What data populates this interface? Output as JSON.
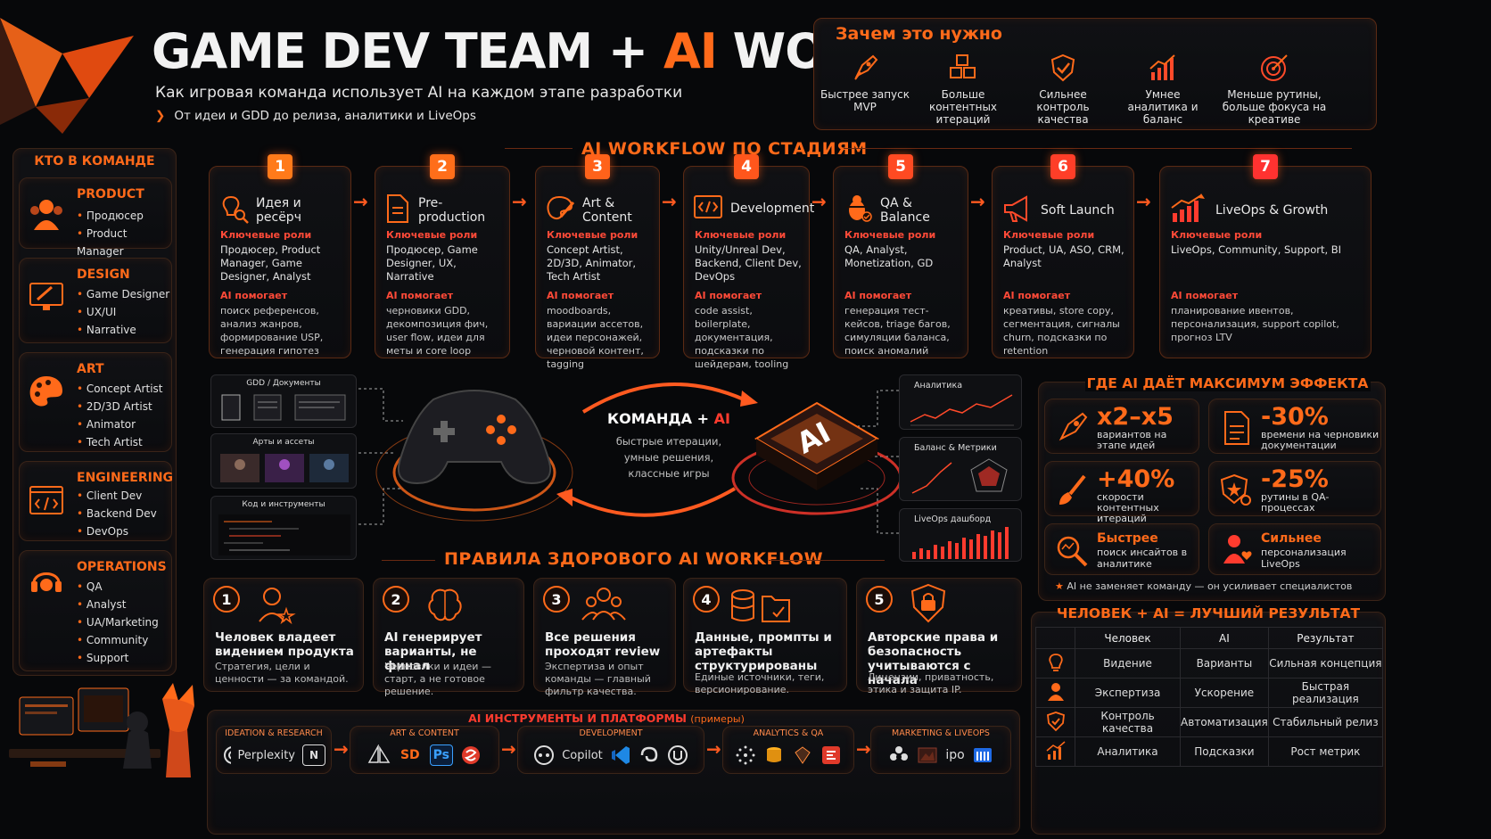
{
  "header": {
    "title_part1": "GAME DEV TEAM +",
    "title_ai": "AI",
    "title_part2": "WORKFLOW",
    "subtitle": "Как игровая команда использует AI на каждом этапе разработки",
    "tagline": "От идеи и GDD до релиза, аналитики и LiveOps"
  },
  "why": {
    "title": "Зачем это нужно",
    "items": [
      {
        "label": "Быстрее запуск MVP",
        "icon": "rocket-icon"
      },
      {
        "label": "Больше контентных итераций",
        "icon": "cubes-icon"
      },
      {
        "label": "Сильнее контроль качества",
        "icon": "shield-check-icon"
      },
      {
        "label": "Умнее аналитика и баланс",
        "icon": "chart-icon"
      },
      {
        "label": "Меньше рутины, больше фокуса на креативе",
        "icon": "target-icon"
      }
    ]
  },
  "team": {
    "title": "КТО В КОМАНДЕ",
    "groups": [
      {
        "name": "PRODUCT",
        "members": [
          "Продюсер",
          "Product Manager"
        ]
      },
      {
        "name": "DESIGN",
        "members": [
          "Game Designer",
          "UX/UI",
          "Narrative"
        ]
      },
      {
        "name": "ART",
        "members": [
          "Concept Artist",
          "2D/3D Artist",
          "Animator",
          "Tech Artist"
        ]
      },
      {
        "name": "ENGINEERING",
        "members": [
          "Client Dev",
          "Backend Dev",
          "DevOps"
        ]
      },
      {
        "name": "OPERATIONS",
        "members": [
          "QA",
          "Analyst",
          "UA/Marketing",
          "Community",
          "Support"
        ]
      }
    ]
  },
  "stages": {
    "title": "AI WORKFLOW ПО СТАДИЯМ",
    "roles_label": "Ключевые роли",
    "helps_label": "AI помогает",
    "items": [
      {
        "num": "1",
        "title": "Идея и ресёрч",
        "roles": "Продюсер, Product Manager, Game Designer, Analyst",
        "helps": "поиск референсов, анализ жанров, формирование USP, генерация гипотез",
        "color": "#ff7a1a"
      },
      {
        "num": "2",
        "title": "Pre-production",
        "roles": "Продюсер, Game Designer, UX, Narrative",
        "helps": "черновики GDD, декомпозиция фич, user flow, идеи для меты и core loop",
        "color": "#ff6e1a"
      },
      {
        "num": "3",
        "title": "Art & Content",
        "roles": "Concept Artist, 2D/3D, Animator, Tech Artist",
        "helps": "moodboards, вариации ассетов, идеи персонажей, черновой контент, tagging",
        "color": "#ff621a"
      },
      {
        "num": "4",
        "title": "Development",
        "roles": "Unity/Unreal Dev, Backend, Client Dev, DevOps",
        "helps": "code assist, boilerplate, документация, подсказки по шейдерам, tooling",
        "color": "#ff561c"
      },
      {
        "num": "5",
        "title": "QA & Balance",
        "roles": "QA, Analyst, Monetization, GD",
        "helps": "генерация тест-кейсов, triage багов, симуляции баланса, поиск аномалий",
        "color": "#ff4a22"
      },
      {
        "num": "6",
        "title": "Soft Launch",
        "roles": "Product, UA, ASO, CRM, Analyst",
        "helps": "креативы, store copy, сегментация, сигналы churn, подсказки по retention",
        "color": "#ff3e28"
      },
      {
        "num": "7",
        "title": "LiveOps & Growth",
        "roles": "LiveOps, Community, Support, BI",
        "helps": "планирование ивентов, персонализация, support copilot, прогноз LTV",
        "color": "#ff3230"
      }
    ]
  },
  "center": {
    "title_part1": "КОМАНДА +",
    "title_ai": "AI",
    "caption": "быстрые итерации, умные решения, классные игры",
    "chip_text": "AI",
    "left_cards": [
      "GDD / Документы",
      "Арты и ассеты",
      "Код и инструменты"
    ],
    "right_cards": [
      "Аналитика",
      "Баланс & Метрики",
      "LiveOps дашборд"
    ]
  },
  "effects": {
    "title": "ГДЕ AI ДАЁТ МАКСИМУМ ЭФФЕКТА",
    "items": [
      {
        "big": "x2–x5",
        "text": "вариантов на этапе идей",
        "icon": "rocket-icon"
      },
      {
        "big": "-30%",
        "text": "времени на черновики документации",
        "icon": "document-icon"
      },
      {
        "big": "+40%",
        "text": "скорости контентных итераций",
        "icon": "brush-icon"
      },
      {
        "big": "-25%",
        "text": "рутины в QA-процессах",
        "icon": "shield-star-icon"
      },
      {
        "big": "Быстрее",
        "text": "поиск инсайтов в аналитике",
        "icon": "magnifier-icon"
      },
      {
        "big": "Сильнее",
        "text": "персонализация LiveOps",
        "icon": "person-heart-icon"
      }
    ],
    "note": "AI не заменяет команду — он усиливает специалистов"
  },
  "rules": {
    "title": "ПРАВИЛА ЗДОРОВОГО AI WORKFLOW",
    "items": [
      {
        "num": "1",
        "title": "Человек владеет видением продукта",
        "desc": "Стратегия, цели и ценности — за командой."
      },
      {
        "num": "2",
        "title": "AI генерирует варианты, не финал",
        "desc": "Черновики и идеи — старт, а не готовое решение."
      },
      {
        "num": "3",
        "title": "Все решения проходят review",
        "desc": "Экспертиза и опыт команды — главный фильтр качества."
      },
      {
        "num": "4",
        "title": "Данные, промпты и артефакты структурированы",
        "desc": "Единые источники, теги, версионирование."
      },
      {
        "num": "5",
        "title": "Авторские права и безопасность учитываются с начала",
        "desc": "Лицензии, приватность, этика и защита IP."
      }
    ]
  },
  "result": {
    "title": "ЧЕЛОВЕК + AI = ЛУЧШИЙ РЕЗУЛЬТАТ",
    "headers": [
      "Человек",
      "AI",
      "Результат"
    ],
    "rows": [
      [
        "Видение",
        "Варианты",
        "Сильная концепция"
      ],
      [
        "Экспертиза",
        "Ускорение",
        "Быстрая реализация"
      ],
      [
        "Контроль качества",
        "Автоматизация",
        "Стабильный релиз"
      ],
      [
        "Аналитика",
        "Подсказки",
        "Рост метрик"
      ]
    ]
  },
  "tools": {
    "title": "AI ИНСТРУМЕНТЫ И ПЛАТФОРМЫ",
    "title_suffix": "(примеры)",
    "groups": [
      {
        "label": "IDEATION & RESEARCH",
        "items": [
          "Perplexity",
          "N"
        ]
      },
      {
        "label": "ART & CONTENT",
        "items": [
          "SD",
          "Ps"
        ]
      },
      {
        "label": "DEVELOPMENT",
        "items": [
          "Copilot"
        ]
      },
      {
        "label": "ANALYTICS & QA",
        "items": []
      },
      {
        "label": "MARKETING & LIVEOPS",
        "items": [
          "ipo"
        ]
      }
    ]
  },
  "colors": {
    "accent": "#ff6a1a",
    "red": "#ff3b2e",
    "bg": "#07080a"
  }
}
